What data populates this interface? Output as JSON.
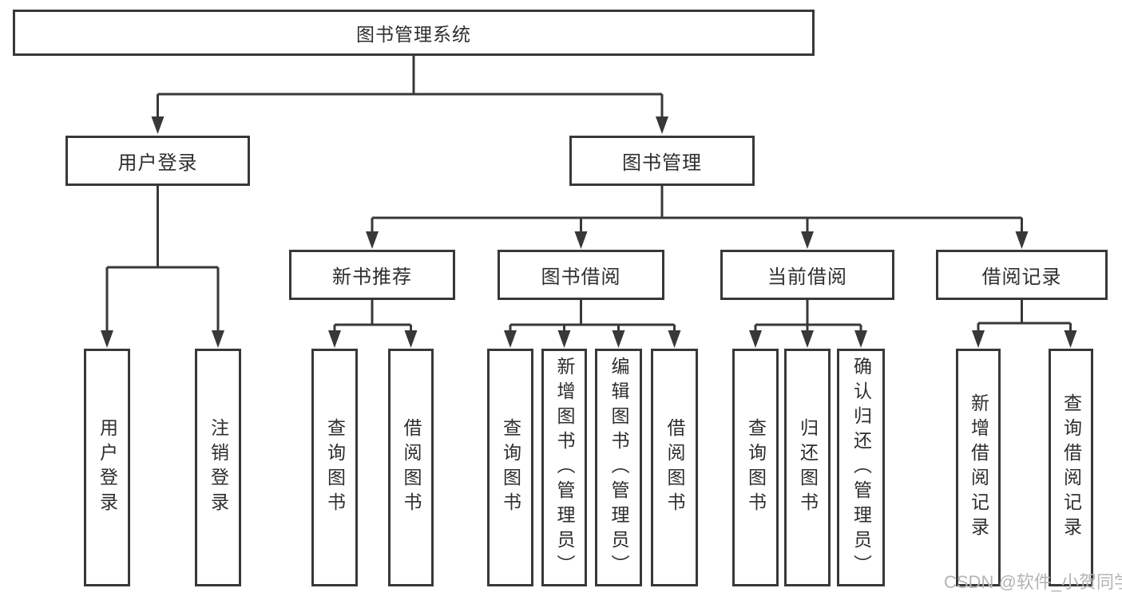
{
  "diagram_title": "图书管理系统",
  "tree": {
    "label": "图书管理系统",
    "children": [
      {
        "label": "用户登录",
        "children": [
          {
            "label": "用户登录"
          },
          {
            "label": "注销登录"
          }
        ]
      },
      {
        "label": "图书管理",
        "children": [
          {
            "label": "新书推荐",
            "children": [
              {
                "label": "查询图书"
              },
              {
                "label": "借阅图书"
              }
            ]
          },
          {
            "label": "图书借阅",
            "children": [
              {
                "label": "查询图书"
              },
              {
                "label": "新增图书（管理员）"
              },
              {
                "label": "编辑图书（管理员）"
              },
              {
                "label": "借阅图书"
              }
            ]
          },
          {
            "label": "当前借阅",
            "children": [
              {
                "label": "查询图书"
              },
              {
                "label": "归还图书"
              },
              {
                "label": "确认归还（管理员）"
              }
            ]
          },
          {
            "label": "借阅记录",
            "children": [
              {
                "label": "新增借阅记录"
              },
              {
                "label": "查询借阅记录"
              }
            ]
          }
        ]
      }
    ]
  },
  "watermark": {
    "text": "CSDN @软件_小贺同学"
  },
  "colors": {
    "background": "#ffffff",
    "line": "#383838",
    "text": "#2e2e2e",
    "watermark": "#b4b4b8"
  }
}
